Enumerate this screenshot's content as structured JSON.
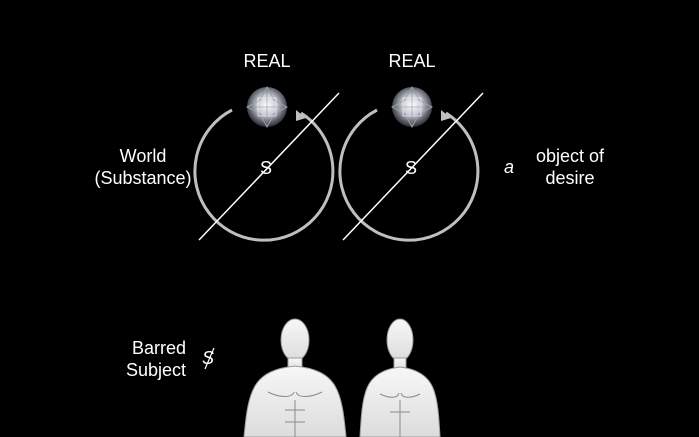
{
  "slide": {
    "real_left": "REAL",
    "real_right": "REAL",
    "world_line1": "World",
    "world_line2": "(Substance)",
    "s_left": "S",
    "s_right": "S",
    "a_symbol": "a",
    "object_line1": "object of",
    "object_line2": "desire",
    "barred_line1": "Barred",
    "barred_line2": "Subject",
    "barred_symbol": "S"
  },
  "colors": {
    "background": "#000000",
    "text": "#ffffff",
    "circle_stroke": "#bfbfbf",
    "figure_fill": "#f0f0f0"
  },
  "icons": {
    "diamond": "diamond-icon",
    "body": "human-torso-figure"
  }
}
